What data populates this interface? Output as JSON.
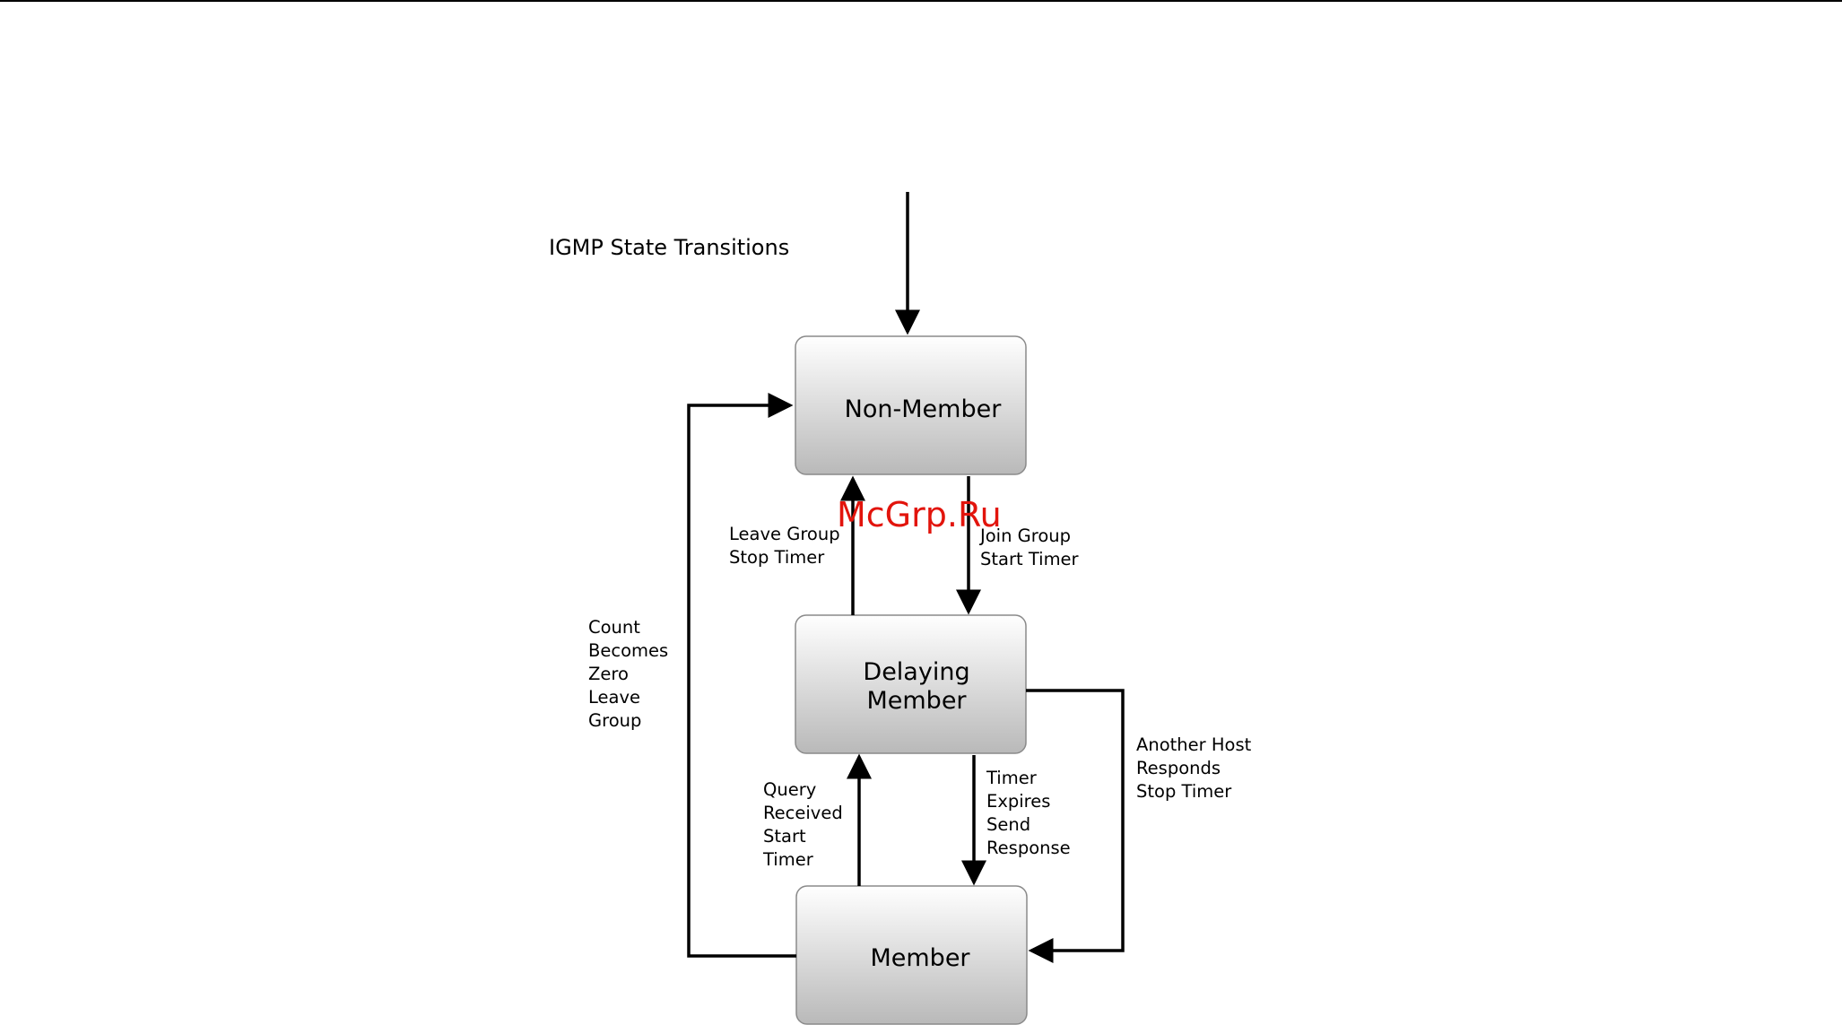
{
  "title": "IGMP State Transitions",
  "watermark": "McGrp.Ru",
  "states": {
    "non_member": "Non-Member",
    "delaying_member": [
      "Delaying",
      "Member"
    ],
    "member": "Member"
  },
  "transitions": {
    "leave_group_stop_timer": [
      "Leave Group",
      "Stop Timer"
    ],
    "join_group_start_timer": [
      "Join Group",
      "Start Timer"
    ],
    "count_becomes_zero_leave_group": [
      "Count",
      "Becomes",
      "Zero",
      "Leave",
      "Group"
    ],
    "another_host_responds_stop_timer": [
      "Another Host",
      "Responds",
      "Stop Timer"
    ],
    "query_received_start_timer": [
      "Query",
      "Received",
      "Start",
      "Timer"
    ],
    "timer_expires_send_response": [
      "Timer",
      "Expires",
      "Send",
      "Response"
    ]
  },
  "colors": {
    "box_top": "#ffffff",
    "box_bottom": "#b9b9b9",
    "box_border": "#8a8a8a",
    "line": "#000000",
    "watermark": "#e2140c"
  }
}
